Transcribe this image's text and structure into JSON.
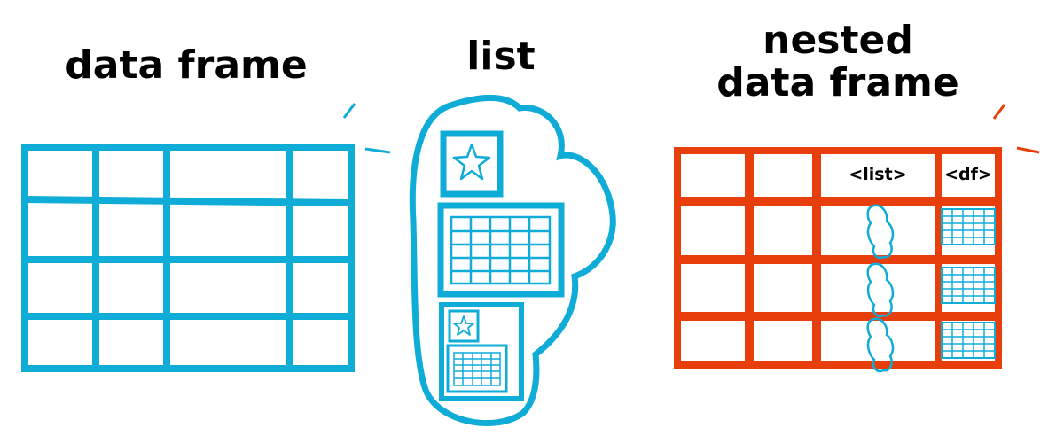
{
  "titles": {
    "data_frame": "data frame",
    "list": "list",
    "nested_line1": "nested",
    "nested_line2": "data frame"
  },
  "nested_headers": {
    "list_column": "<list>",
    "df_column": "<df>"
  },
  "colors": {
    "blue": "#10acd8",
    "orange": "#e83e0c",
    "background": "#ffffff"
  },
  "icons": [
    "star-icon",
    "table-icon",
    "cloud-icon"
  ]
}
